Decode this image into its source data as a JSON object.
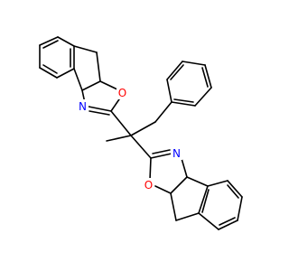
{
  "molecule": {
    "atom_labels": {
      "o_upper": "O",
      "n_upper": "N",
      "n_lower": "N",
      "o_lower": "O"
    },
    "colors": {
      "oxygen": "#ff0000",
      "nitrogen": "#0000ff",
      "bond": "#000000",
      "background": "#ffffff"
    }
  }
}
